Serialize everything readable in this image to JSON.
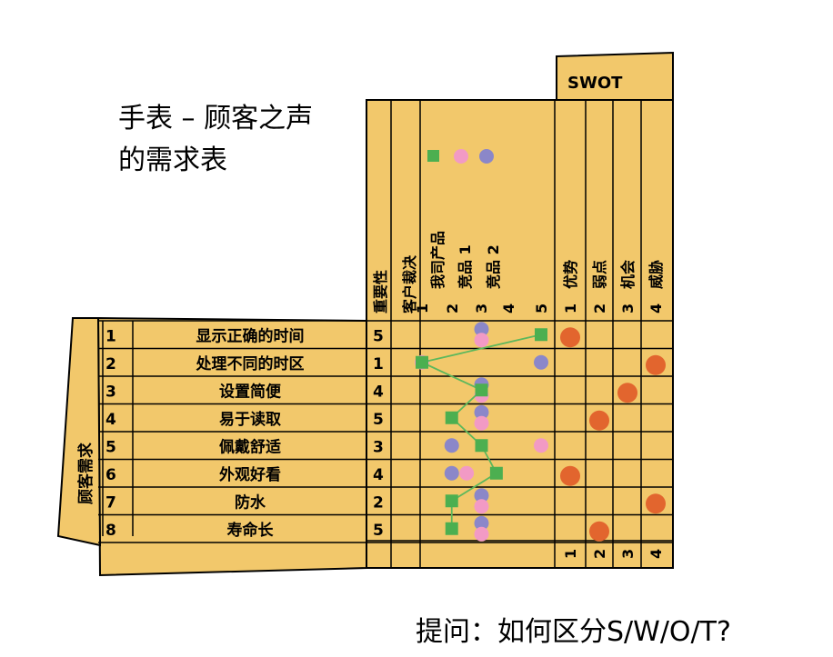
{
  "title_line1": "手表 – 顾客之声",
  "title_line2": "的需求表",
  "swot_label": "SWOT",
  "side_label": "顾客需求",
  "importance_header": "重要性",
  "rating_header": "客户裁决",
  "legend_labels": [
    "我司产品",
    "竞品 1",
    "竞品 2"
  ],
  "rating_scale": [
    "1",
    "2",
    "3",
    "4",
    "5"
  ],
  "swot_headers": [
    "优势",
    "弱点",
    "机会",
    "威胁"
  ],
  "swot_numbers": [
    "1",
    "2",
    "3",
    "4"
  ],
  "swot_bottom": [
    "1",
    "2",
    "3",
    "4"
  ],
  "question": "提问：如何区分S/W/O/T?",
  "colors": {
    "table": "#f2c86b",
    "ours": "#4caf50",
    "comp1": "#f29ac5",
    "comp2": "#8b87c9",
    "swot_dot": "#e2652e",
    "line": "#5cb85c"
  },
  "requirements": [
    {
      "no": "1",
      "text": "显示正确的时间",
      "importance": "5",
      "ours": 5,
      "comp1": 3,
      "comp2": 3,
      "swot": 1
    },
    {
      "no": "2",
      "text": "处理不同的时区",
      "importance": "1",
      "ours": 1,
      "comp1": 1,
      "comp2": 5,
      "swot": 4
    },
    {
      "no": "3",
      "text": "设置简便",
      "importance": "4",
      "ours": 3,
      "comp1": 3,
      "comp2": 3,
      "swot": 3
    },
    {
      "no": "4",
      "text": "易于读取",
      "importance": "5",
      "ours": 2,
      "comp1": 3,
      "comp2": 3,
      "swot": 2
    },
    {
      "no": "5",
      "text": "佩戴舒适",
      "importance": "3",
      "ours": 3,
      "comp1": 5,
      "comp2": 2,
      "swot": null
    },
    {
      "no": "6",
      "text": "外观好看",
      "importance": "4",
      "ours": 3.5,
      "comp1": 2.5,
      "comp2": 2,
      "swot": 1
    },
    {
      "no": "7",
      "text": "防水",
      "importance": "2",
      "ours": 2,
      "comp1": 3,
      "comp2": 3,
      "swot": 4
    },
    {
      "no": "8",
      "text": "寿命长",
      "importance": "5",
      "ours": 2,
      "comp1": 3,
      "comp2": 3,
      "swot": 2
    }
  ]
}
